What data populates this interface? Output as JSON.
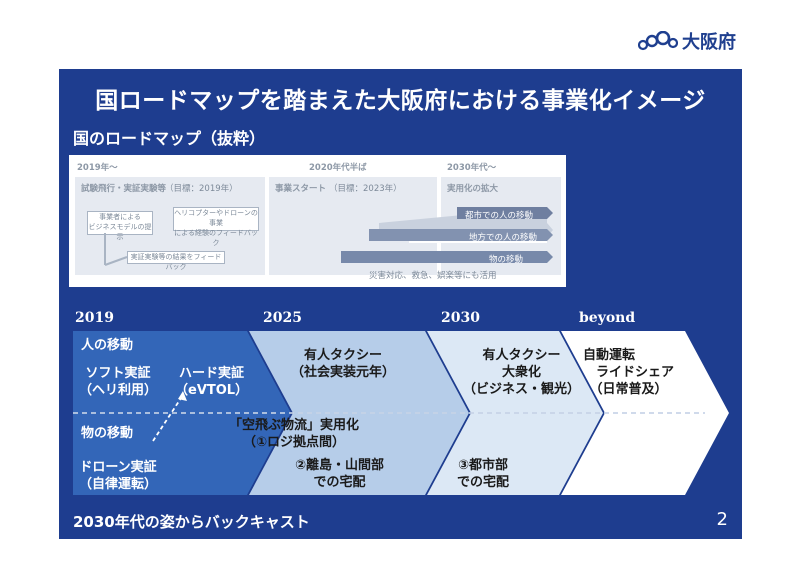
{
  "header": {
    "logo_text": "大阪府",
    "title": "国ロードマップを踏まえた大阪府における事業化イメージ",
    "subtitle": "国のロードマップ（抜粋）"
  },
  "roadmap": {
    "periods": [
      "2019年～",
      "2020年代半ば",
      "2030年代～"
    ],
    "phase_1": "試験飛行・実証実験等",
    "phase_1_target": "（目標：2019年）",
    "phase_2": "事業スタート",
    "phase_2_target": "（目標：2023年）",
    "phase_3": "実用化の拡大",
    "box_business_model": "事業者による\nビジネスモデルの提示",
    "box_feedback": "ヘリコプターやドローンの事業\nによる経験のフィードバック",
    "box_results": "実証実験等の結果をフィードバック",
    "arrows": [
      "都市での人の移動",
      "地方での人の移動",
      "物の移動"
    ],
    "note": "災害対応、救急、娯楽等にも活用"
  },
  "timeline": {
    "years": [
      "2019",
      "2025",
      "2030",
      "beyond"
    ],
    "people_label": "人の移動",
    "goods_label": "物の移動",
    "soft_demo": "ソフト実証\n（ヘリ利用）",
    "hard_demo": "ハード実証\n（eVTOL）",
    "drone_demo": "ドローン実証\n（自律運転）",
    "taxi_2025": "有人タクシー\n（社会実装元年）",
    "taxi_2030": "有人タクシー\n大衆化\n（ビジネス・観光）",
    "beyond": "自動運転\n　ライドシェア\n　（日常普及）",
    "flying_logistics": "「空飛ぶ物流」実用化\n（①ロジ拠点間）",
    "remote_delivery": "②離島・山間部\nでの宅配",
    "urban_delivery": "③都市部\nでの宅配"
  },
  "footer": {
    "backcast": "2030年代の姿からバックキャスト",
    "page_number": "2"
  }
}
